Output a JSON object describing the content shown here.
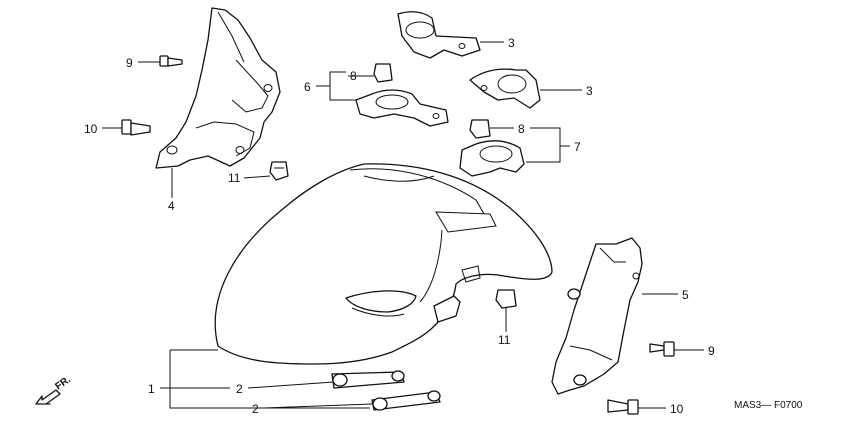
{
  "diagram": {
    "code": "MAS3— F0700",
    "direction": "FR.",
    "labels": {
      "l1": "1",
      "l2a": "2",
      "l2b": "2",
      "l3a": "3",
      "l3b": "3",
      "l4": "4",
      "l5": "5",
      "l6": "6",
      "l7": "7",
      "l8a": "8",
      "l8b": "8",
      "l9a": "9",
      "l9b": "9",
      "l10a": "10",
      "l10b": "10",
      "l11a": "11",
      "l11b": "11"
    }
  }
}
